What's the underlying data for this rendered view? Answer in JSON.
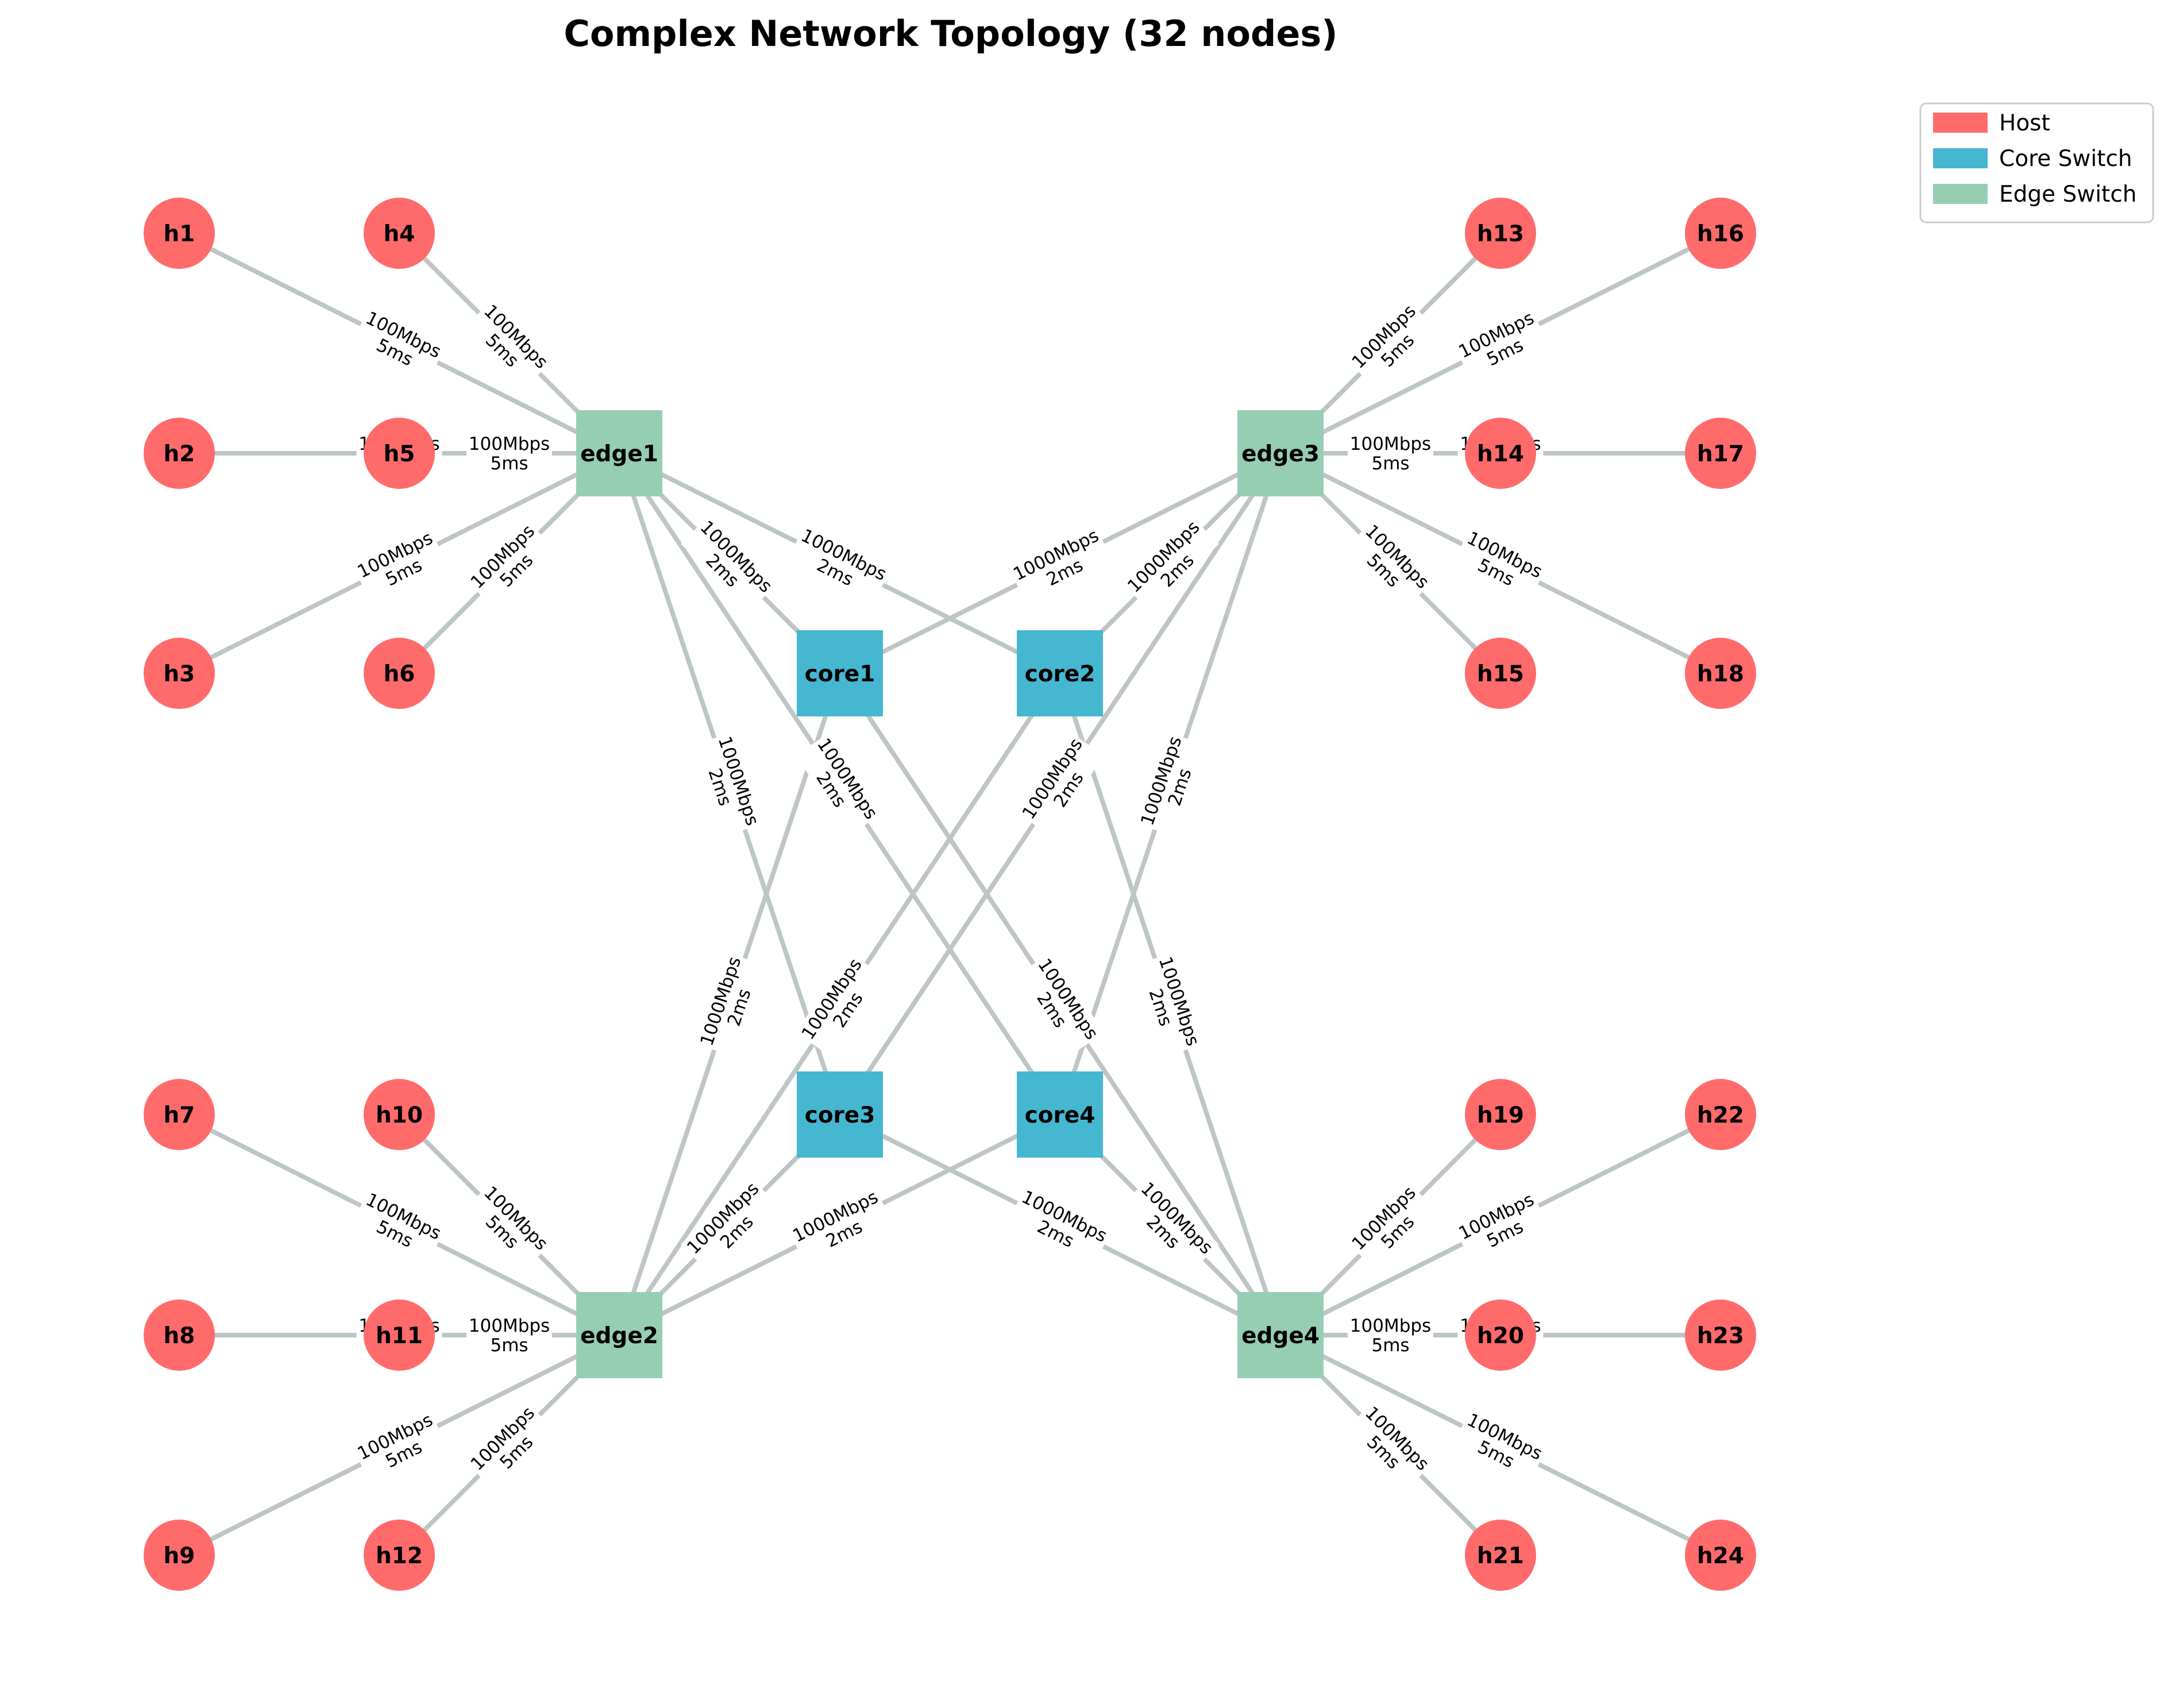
{
  "title": "Complex Network Topology (32 nodes)",
  "legend": [
    {
      "label": "Host",
      "color": "#ff6b6b"
    },
    {
      "label": "Core Switch",
      "color": "#45b7d1"
    },
    {
      "label": "Edge Switch",
      "color": "#96ceb4"
    }
  ],
  "colors": {
    "host": "#ff6b6b",
    "core": "#45b7d1",
    "edge": "#96ceb4",
    "link": "#bdc6c5"
  },
  "nodes": [
    {
      "id": "h1",
      "type": "host"
    },
    {
      "id": "h2",
      "type": "host"
    },
    {
      "id": "h3",
      "type": "host"
    },
    {
      "id": "h4",
      "type": "host"
    },
    {
      "id": "h5",
      "type": "host"
    },
    {
      "id": "h6",
      "type": "host"
    },
    {
      "id": "h7",
      "type": "host"
    },
    {
      "id": "h8",
      "type": "host"
    },
    {
      "id": "h9",
      "type": "host"
    },
    {
      "id": "h10",
      "type": "host"
    },
    {
      "id": "h11",
      "type": "host"
    },
    {
      "id": "h12",
      "type": "host"
    },
    {
      "id": "h13",
      "type": "host"
    },
    {
      "id": "h14",
      "type": "host"
    },
    {
      "id": "h15",
      "type": "host"
    },
    {
      "id": "h16",
      "type": "host"
    },
    {
      "id": "h17",
      "type": "host"
    },
    {
      "id": "h18",
      "type": "host"
    },
    {
      "id": "h19",
      "type": "host"
    },
    {
      "id": "h20",
      "type": "host"
    },
    {
      "id": "h21",
      "type": "host"
    },
    {
      "id": "h22",
      "type": "host"
    },
    {
      "id": "h23",
      "type": "host"
    },
    {
      "id": "h24",
      "type": "host"
    },
    {
      "id": "core1",
      "type": "core"
    },
    {
      "id": "core2",
      "type": "core"
    },
    {
      "id": "core3",
      "type": "core"
    },
    {
      "id": "core4",
      "type": "core"
    },
    {
      "id": "edge1",
      "type": "edge"
    },
    {
      "id": "edge2",
      "type": "edge"
    },
    {
      "id": "edge3",
      "type": "edge"
    },
    {
      "id": "edge4",
      "type": "edge"
    }
  ],
  "links": [
    {
      "from": "h1",
      "to": "edge1",
      "bandwidth": "100Mbps",
      "delay": "5ms"
    },
    {
      "from": "h2",
      "to": "edge1",
      "bandwidth": "100Mbps",
      "delay": "5ms"
    },
    {
      "from": "h3",
      "to": "edge1",
      "bandwidth": "100Mbps",
      "delay": "5ms"
    },
    {
      "from": "h4",
      "to": "edge1",
      "bandwidth": "100Mbps",
      "delay": "5ms"
    },
    {
      "from": "h5",
      "to": "edge1",
      "bandwidth": "100Mbps",
      "delay": "5ms"
    },
    {
      "from": "h6",
      "to": "edge1",
      "bandwidth": "100Mbps",
      "delay": "5ms"
    },
    {
      "from": "h7",
      "to": "edge2",
      "bandwidth": "100Mbps",
      "delay": "5ms"
    },
    {
      "from": "h8",
      "to": "edge2",
      "bandwidth": "100Mbps",
      "delay": "5ms"
    },
    {
      "from": "h9",
      "to": "edge2",
      "bandwidth": "100Mbps",
      "delay": "5ms"
    },
    {
      "from": "h10",
      "to": "edge2",
      "bandwidth": "100Mbps",
      "delay": "5ms"
    },
    {
      "from": "h11",
      "to": "edge2",
      "bandwidth": "100Mbps",
      "delay": "5ms"
    },
    {
      "from": "h12",
      "to": "edge2",
      "bandwidth": "100Mbps",
      "delay": "5ms"
    },
    {
      "from": "h13",
      "to": "edge3",
      "bandwidth": "100Mbps",
      "delay": "5ms"
    },
    {
      "from": "h14",
      "to": "edge3",
      "bandwidth": "100Mbps",
      "delay": "5ms"
    },
    {
      "from": "h15",
      "to": "edge3",
      "bandwidth": "100Mbps",
      "delay": "5ms"
    },
    {
      "from": "h16",
      "to": "edge3",
      "bandwidth": "100Mbps",
      "delay": "5ms"
    },
    {
      "from": "h17",
      "to": "edge3",
      "bandwidth": "100Mbps",
      "delay": "5ms"
    },
    {
      "from": "h18",
      "to": "edge3",
      "bandwidth": "100Mbps",
      "delay": "5ms"
    },
    {
      "from": "h19",
      "to": "edge4",
      "bandwidth": "100Mbps",
      "delay": "5ms"
    },
    {
      "from": "h20",
      "to": "edge4",
      "bandwidth": "100Mbps",
      "delay": "5ms"
    },
    {
      "from": "h21",
      "to": "edge4",
      "bandwidth": "100Mbps",
      "delay": "5ms"
    },
    {
      "from": "h22",
      "to": "edge4",
      "bandwidth": "100Mbps",
      "delay": "5ms"
    },
    {
      "from": "h23",
      "to": "edge4",
      "bandwidth": "100Mbps",
      "delay": "5ms"
    },
    {
      "from": "h24",
      "to": "edge4",
      "bandwidth": "100Mbps",
      "delay": "5ms"
    },
    {
      "from": "edge1",
      "to": "core1",
      "bandwidth": "1000Mbps",
      "delay": "2ms"
    },
    {
      "from": "edge1",
      "to": "core2",
      "bandwidth": "1000Mbps",
      "delay": "2ms"
    },
    {
      "from": "edge1",
      "to": "core3",
      "bandwidth": "1000Mbps",
      "delay": "2ms"
    },
    {
      "from": "edge1",
      "to": "core4",
      "bandwidth": "1000Mbps",
      "delay": "2ms"
    },
    {
      "from": "edge2",
      "to": "core1",
      "bandwidth": "1000Mbps",
      "delay": "2ms"
    },
    {
      "from": "edge2",
      "to": "core2",
      "bandwidth": "1000Mbps",
      "delay": "2ms"
    },
    {
      "from": "edge2",
      "to": "core3",
      "bandwidth": "1000Mbps",
      "delay": "2ms"
    },
    {
      "from": "edge2",
      "to": "core4",
      "bandwidth": "1000Mbps",
      "delay": "2ms"
    },
    {
      "from": "edge3",
      "to": "core1",
      "bandwidth": "1000Mbps",
      "delay": "2ms"
    },
    {
      "from": "edge3",
      "to": "core2",
      "bandwidth": "1000Mbps",
      "delay": "2ms"
    },
    {
      "from": "edge3",
      "to": "core3",
      "bandwidth": "1000Mbps",
      "delay": "2ms"
    },
    {
      "from": "edge3",
      "to": "core4",
      "bandwidth": "1000Mbps",
      "delay": "2ms"
    },
    {
      "from": "edge4",
      "to": "core1",
      "bandwidth": "1000Mbps",
      "delay": "2ms"
    },
    {
      "from": "edge4",
      "to": "core2",
      "bandwidth": "1000Mbps",
      "delay": "2ms"
    },
    {
      "from": "edge4",
      "to": "core3",
      "bandwidth": "1000Mbps",
      "delay": "2ms"
    },
    {
      "from": "edge4",
      "to": "core4",
      "bandwidth": "1000Mbps",
      "delay": "2ms"
    }
  ]
}
